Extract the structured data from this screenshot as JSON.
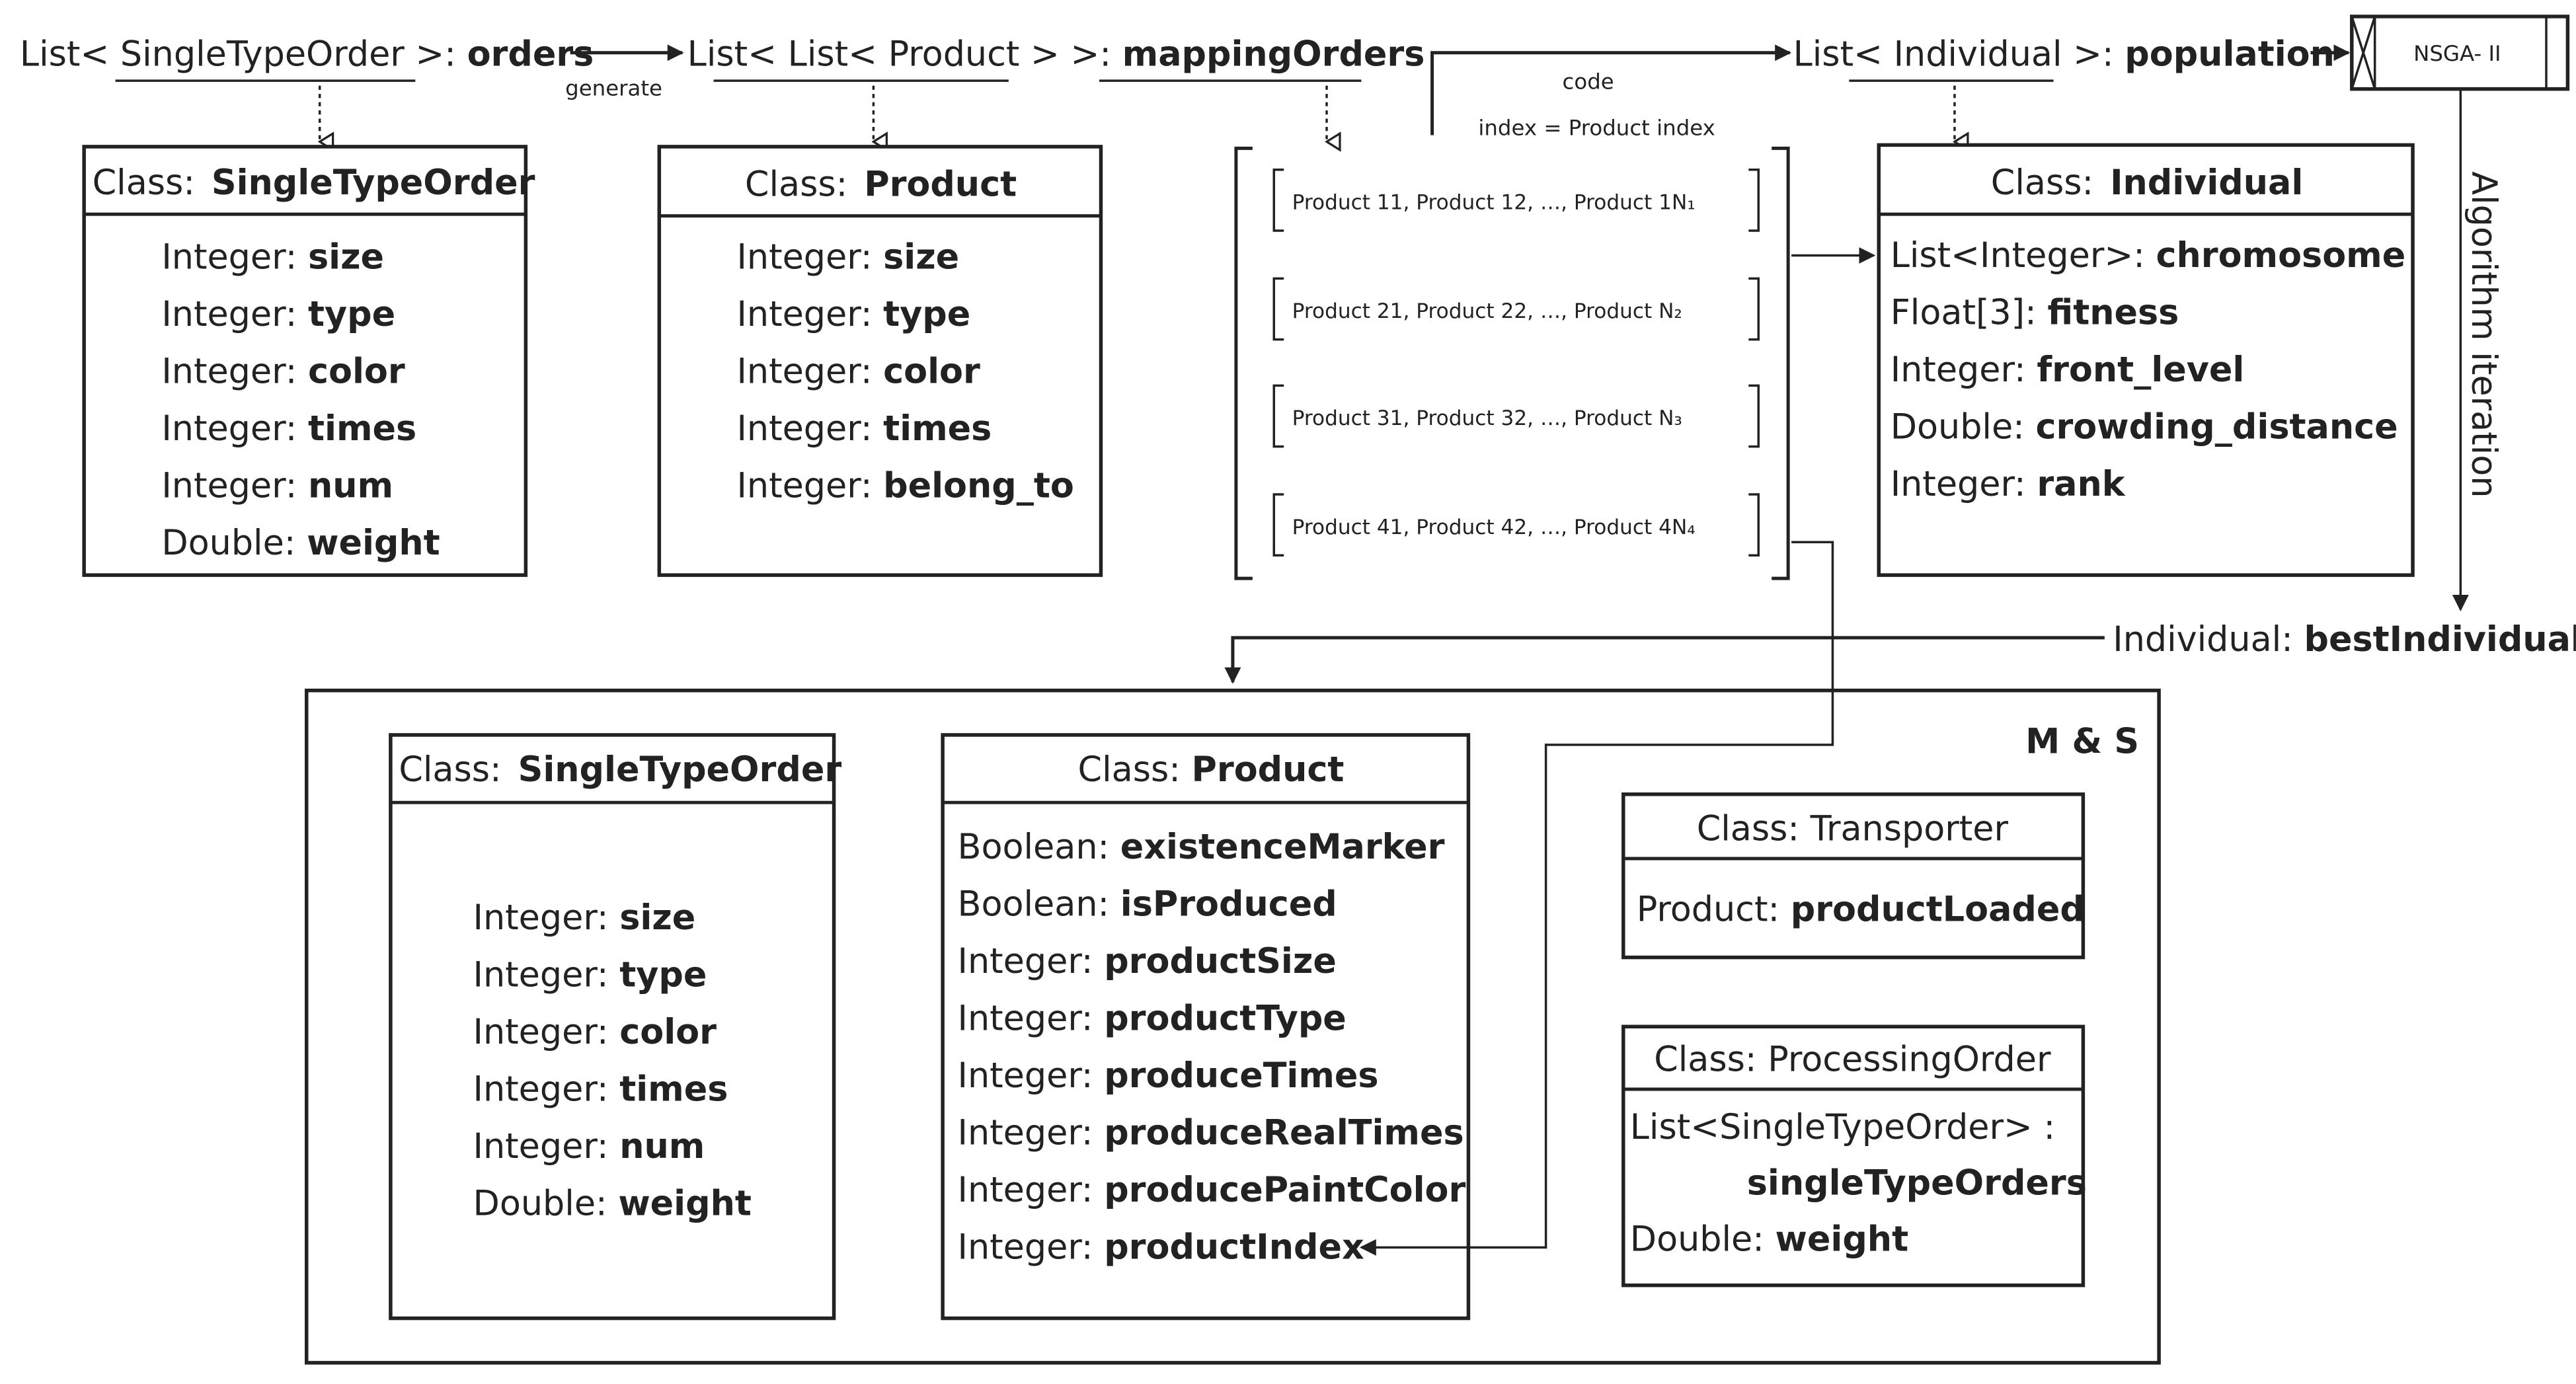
{
  "top_row": {
    "orders_decl": {
      "type": "List< SingleTypeOrder >: ",
      "name": "orders"
    },
    "generate_label": "generate",
    "mapping_decl": {
      "type": "List< List< Product > >: ",
      "name": "mappingOrders"
    },
    "code_label": "code",
    "index_label": "index = Product index",
    "population_decl": {
      "type": "List< Individual >: ",
      "name": "population"
    },
    "nsga_label": "NSGA- II",
    "iteration_label": "Algorithm iteration",
    "best_decl": {
      "type": "Individual: ",
      "name": "bestIndividual"
    }
  },
  "class_single_type_order_top": {
    "header_prefix": "Class:",
    "header_name": "SingleTypeOrder",
    "fields": [
      {
        "type": "Integer: ",
        "name": "size"
      },
      {
        "type": "Integer: ",
        "name": "type"
      },
      {
        "type": "Integer: ",
        "name": "color"
      },
      {
        "type": "Integer: ",
        "name": "times"
      },
      {
        "type": "Integer: ",
        "name": "num"
      },
      {
        "type": "Double: ",
        "name": "weight"
      }
    ]
  },
  "class_product_top": {
    "header_prefix": "Class:",
    "header_name": "Product",
    "fields": [
      {
        "type": "Integer: ",
        "name": "size"
      },
      {
        "type": "Integer: ",
        "name": "type"
      },
      {
        "type": "Integer: ",
        "name": "color"
      },
      {
        "type": "Integer: ",
        "name": "times"
      },
      {
        "type": "Integer: ",
        "name": "belong_to"
      }
    ]
  },
  "mapping_matrix": {
    "rows": [
      "Product 11, Product 12, …, Product 1N₁",
      "Product 21, Product 22, …, Product N₂",
      "Product 31, Product 32, …, Product N₃",
      "Product 41, Product 42, …, Product 4N₄"
    ]
  },
  "class_individual": {
    "header_prefix": "Class:",
    "header_name": "Individual",
    "fields": [
      {
        "type": "List<Integer>: ",
        "name": "chromosome"
      },
      {
        "type": "Float[3]:  ",
        "name": "fitness"
      },
      {
        "type": "Integer:  ",
        "name": "front_level"
      },
      {
        "type": "Double:  ",
        "name": "crowding_distance"
      },
      {
        "type": "Integer:  ",
        "name": "rank"
      }
    ]
  },
  "ms_panel": {
    "title": "M & S",
    "single_type_order": {
      "header_prefix": "Class:",
      "header_name": "SingleTypeOrder",
      "fields": [
        {
          "type": "Integer: ",
          "name": "size"
        },
        {
          "type": "Integer: ",
          "name": "type"
        },
        {
          "type": "Integer: ",
          "name": "color"
        },
        {
          "type": "Integer: ",
          "name": "times"
        },
        {
          "type": "Integer: ",
          "name": "num"
        },
        {
          "type": "Double: ",
          "name": "weight"
        }
      ]
    },
    "product": {
      "header_prefix": "Class: ",
      "header_name": "Product",
      "fields": [
        {
          "type": "Boolean: ",
          "name": "existenceMarker"
        },
        {
          "type": "Boolean: ",
          "name": "isProduced"
        },
        {
          "type": "Integer: ",
          "name": "productSize"
        },
        {
          "type": "Integer: ",
          "name": "productType"
        },
        {
          "type": "Integer: ",
          "name": "produceTimes"
        },
        {
          "type": "Integer: ",
          "name": "produceRealTimes"
        },
        {
          "type": "Integer: ",
          "name": "producePaintColor"
        },
        {
          "type": "Integer: ",
          "name": "productIndex"
        }
      ]
    },
    "transporter": {
      "header": "Class: Transporter",
      "field_type": "Product: ",
      "field_name": "productLoaded"
    },
    "processing_order": {
      "header": "Class: ProcessingOrder",
      "field1_type": "List<SingleTypeOrder> :",
      "field1_name": "singleTypeOrders",
      "field2_type": "Double: ",
      "field2_name": "weight"
    }
  }
}
